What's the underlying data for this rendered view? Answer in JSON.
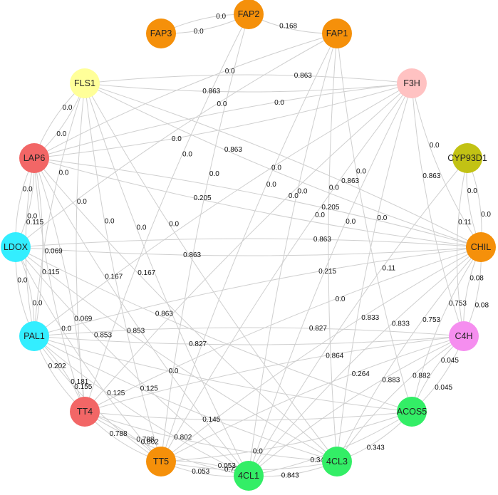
{
  "nodes": [
    {
      "id": "FAP2",
      "label": "FAP2",
      "color": "#F5900A"
    },
    {
      "id": "FAP3",
      "label": "FAP3",
      "color": "#F5900A"
    },
    {
      "id": "FAP1",
      "label": "FAP1",
      "color": "#F5900A"
    },
    {
      "id": "FLS1",
      "label": "FLS1",
      "color": "#FFFF99"
    },
    {
      "id": "F3H",
      "label": "F3H",
      "color": "#FFC2C2"
    },
    {
      "id": "CYP93D1",
      "label": "CYP93D1",
      "color": "#C2C214"
    },
    {
      "id": "LAP6",
      "label": "LAP6",
      "color": "#F26666"
    },
    {
      "id": "LDOX",
      "label": "LDOX",
      "color": "#33EEFF"
    },
    {
      "id": "CHIL",
      "label": "CHIL",
      "color": "#F5900A"
    },
    {
      "id": "PAL1",
      "label": "PAL1",
      "color": "#33EEFF"
    },
    {
      "id": "C4H",
      "label": "C4H",
      "color": "#F58EEF"
    },
    {
      "id": "TT4",
      "label": "TT4",
      "color": "#F26666"
    },
    {
      "id": "ACOS5",
      "label": "ACOS5",
      "color": "#33EE66"
    },
    {
      "id": "TT5",
      "label": "TT5",
      "color": "#F5900A"
    },
    {
      "id": "4CL1",
      "label": "4CL1",
      "color": "#33EE66"
    },
    {
      "id": "4CL3",
      "label": "4CL3",
      "color": "#33EE66"
    }
  ],
  "edges": [
    {
      "s": "FAP2",
      "t": "FAP3",
      "label": "0.0"
    },
    {
      "s": "FAP2",
      "t": "FAP3",
      "label": "0.0"
    },
    {
      "s": "FAP2",
      "t": "FAP1",
      "label": "0.168"
    },
    {
      "s": "FAP2",
      "t": "TT5",
      "label": "0.0"
    },
    {
      "s": "FAP2",
      "t": "TT4",
      "label": "0.0"
    },
    {
      "s": "FAP1",
      "t": "LAP6",
      "label": "0.0"
    },
    {
      "s": "FAP1",
      "t": "LDOX",
      "label": "0.0"
    },
    {
      "s": "FAP1",
      "t": "TT5",
      "label": "0.0"
    },
    {
      "s": "FAP1",
      "t": "4CL1",
      "label": "0.0"
    },
    {
      "s": "FAP1",
      "t": "4CL3",
      "label": "0.0"
    },
    {
      "s": "FAP1",
      "t": "ACOS5",
      "label": "0.0"
    },
    {
      "s": "FLS1",
      "t": "F3H",
      "label": "0.863"
    },
    {
      "s": "FLS1",
      "t": "F3H",
      "label": "0.863"
    },
    {
      "s": "FLS1",
      "t": "LAP6",
      "label": "0.0"
    },
    {
      "s": "FLS1",
      "t": "LAP6",
      "label": "0.0"
    },
    {
      "s": "FLS1",
      "t": "CHIL",
      "label": "0.863"
    },
    {
      "s": "FLS1",
      "t": "CHIL",
      "label": "0.863"
    },
    {
      "s": "FLS1",
      "t": "4CL1",
      "label": "0.0"
    },
    {
      "s": "FLS1",
      "t": "TT5",
      "label": "0.0"
    },
    {
      "s": "FLS1",
      "t": "4CL3",
      "label": "0.0"
    },
    {
      "s": "FLS1",
      "t": "TT4",
      "label": "0.0"
    },
    {
      "s": "FLS1",
      "t": "PAL1",
      "label": "0.0"
    },
    {
      "s": "F3H",
      "t": "LAP6",
      "label": "0.0"
    },
    {
      "s": "F3H",
      "t": "LAP6",
      "label": "0.0"
    },
    {
      "s": "F3H",
      "t": "CHIL",
      "label": "0.0"
    },
    {
      "s": "F3H",
      "t": "4CL1",
      "label": "0.0"
    },
    {
      "s": "F3H",
      "t": "4CL3",
      "label": "0.0"
    },
    {
      "s": "F3H",
      "t": "TT4",
      "label": "0.0"
    },
    {
      "s": "F3H",
      "t": "TT5",
      "label": "0.0"
    },
    {
      "s": "F3H",
      "t": "C4H",
      "label": "0.863"
    },
    {
      "s": "F3H",
      "t": "PAL1",
      "label": "0.0"
    },
    {
      "s": "CYP93D1",
      "t": "CHIL",
      "label": "0.0"
    },
    {
      "s": "CYP93D1",
      "t": "CHIL",
      "label": "0.0"
    },
    {
      "s": "CYP93D1",
      "t": "C4H",
      "label": "0.11"
    },
    {
      "s": "CYP93D1",
      "t": "4CL1",
      "label": "0.11"
    },
    {
      "s": "LAP6",
      "t": "LDOX",
      "label": "0.0"
    },
    {
      "s": "LAP6",
      "t": "LDOX",
      "label": "0.0"
    },
    {
      "s": "LAP6",
      "t": "PAL1",
      "label": "0.115"
    },
    {
      "s": "LAP6",
      "t": "PAL1",
      "label": "0.115"
    },
    {
      "s": "LAP6",
      "t": "TT4",
      "label": "0.069"
    },
    {
      "s": "LAP6",
      "t": "TT4",
      "label": "0.069"
    },
    {
      "s": "LAP6",
      "t": "CHIL",
      "label": "0.205"
    },
    {
      "s": "LAP6",
      "t": "CHIL",
      "label": "0.205"
    },
    {
      "s": "LAP6",
      "t": "4CL1",
      "label": "0.167"
    },
    {
      "s": "LAP6",
      "t": "4CL3",
      "label": "0.167"
    },
    {
      "s": "LDOX",
      "t": "CHIL",
      "label": "0.863"
    },
    {
      "s": "LDOX",
      "t": "CHIL",
      "label": "0.863"
    },
    {
      "s": "LDOX",
      "t": "PAL1",
      "label": "0.0"
    },
    {
      "s": "LDOX",
      "t": "PAL1",
      "label": "0.0"
    },
    {
      "s": "LDOX",
      "t": "4CL1",
      "label": "0.853"
    },
    {
      "s": "LDOX",
      "t": "4CL3",
      "label": "0.853"
    },
    {
      "s": "LDOX",
      "t": "ACOS5",
      "label": "0.863"
    },
    {
      "s": "LDOX",
      "t": "TT5",
      "label": "0.0"
    },
    {
      "s": "CHIL",
      "t": "C4H",
      "label": "0.08"
    },
    {
      "s": "CHIL",
      "t": "C4H",
      "label": "0.08"
    },
    {
      "s": "CHIL",
      "t": "PAL1",
      "label": "0.215"
    },
    {
      "s": "CHIL",
      "t": "TT4",
      "label": "0.0"
    },
    {
      "s": "CHIL",
      "t": "TT5",
      "label": "0.833"
    },
    {
      "s": "CHIL",
      "t": "4CL1",
      "label": "0.833"
    },
    {
      "s": "CHIL",
      "t": "4CL3",
      "label": "0.753"
    },
    {
      "s": "CHIL",
      "t": "ACOS5",
      "label": "0.753"
    },
    {
      "s": "PAL1",
      "t": "TT4",
      "label": "0.202"
    },
    {
      "s": "PAL1",
      "t": "TT4",
      "label": "0.181"
    },
    {
      "s": "PAL1",
      "t": "TT5",
      "label": "0.155"
    },
    {
      "s": "PAL1",
      "t": "4CL1",
      "label": "0.125"
    },
    {
      "s": "PAL1",
      "t": "4CL3",
      "label": "0.125"
    },
    {
      "s": "PAL1",
      "t": "C4H",
      "label": "0.827"
    },
    {
      "s": "PAL1",
      "t": "C4H",
      "label": "0.827"
    },
    {
      "s": "PAL1",
      "t": "ACOS5",
      "label": "0.0"
    },
    {
      "s": "C4H",
      "t": "TT4",
      "label": "0.864"
    },
    {
      "s": "C4H",
      "t": "TT5",
      "label": "0.264"
    },
    {
      "s": "C4H",
      "t": "4CL1",
      "label": "0.883"
    },
    {
      "s": "C4H",
      "t": "4CL3",
      "label": "0.882"
    },
    {
      "s": "C4H",
      "t": "ACOS5",
      "label": "0.045"
    },
    {
      "s": "C4H",
      "t": "ACOS5",
      "label": "0.045"
    },
    {
      "s": "TT4",
      "t": "TT5",
      "label": "0.788"
    },
    {
      "s": "TT4",
      "t": "TT5",
      "label": "0.788"
    },
    {
      "s": "TT4",
      "t": "4CL1",
      "label": "0.802"
    },
    {
      "s": "TT4",
      "t": "4CL3",
      "label": "0.802"
    },
    {
      "s": "TT4",
      "t": "ACOS5",
      "label": "0.145"
    },
    {
      "s": "TT5",
      "t": "4CL1",
      "label": "0.053"
    },
    {
      "s": "TT5",
      "t": "4CL1",
      "label": "0.053"
    },
    {
      "s": "TT5",
      "t": "4CL3",
      "label": "0.734"
    },
    {
      "s": "TT5",
      "t": "ACOS5",
      "label": "0.0"
    },
    {
      "s": "4CL1",
      "t": "4CL3",
      "label": "0.843"
    },
    {
      "s": "4CL1",
      "t": "ACOS5",
      "label": "0.343"
    },
    {
      "s": "4CL3",
      "t": "ACOS5",
      "label": "0.343"
    }
  ]
}
